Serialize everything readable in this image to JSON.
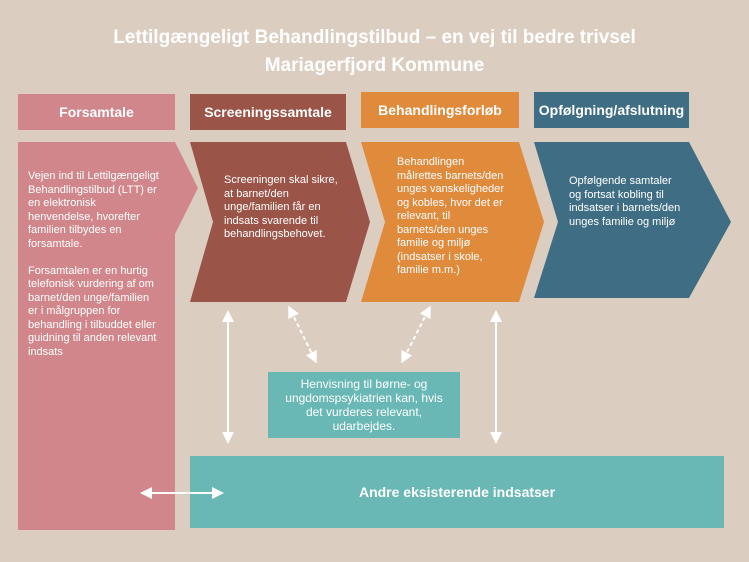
{
  "title": {
    "line1": "Lettilgængeligt Behandlingstilbud – en vej til bedre trivsel",
    "line2": "Mariagerfjord Kommune"
  },
  "colors": {
    "background": "#dccdc1",
    "forsamtale": "#d1868b",
    "screening": "#9b5448",
    "behandling": "#e08a3c",
    "opfolgning": "#3f6e84",
    "teal": "#69b8b5",
    "text": "#ffffff"
  },
  "stages": [
    {
      "header": "Forsamtale",
      "body": [
        "Vejen ind til Lettilgængeligt",
        "Behandlingstilbud (LTT) er",
        "en elektronisk",
        "henvendelse, hvorefter",
        "familien tilbydes en",
        "forsamtale.",
        "",
        "Forsamtalen er en hurtig",
        "telefonisk vurdering af om",
        "barnet/den unge/familien",
        "er i målgruppen for",
        "behandling i tilbuddet eller",
        "guidning til anden relevant",
        "indsats"
      ]
    },
    {
      "header": "Screeningssamtale",
      "body": [
        "Screeningen skal sikre,",
        "at barnet/den",
        "unge/familien får en",
        "indsats svarende til",
        "behandlingsbehovet."
      ]
    },
    {
      "header": "Behandlingsforløb",
      "body": [
        "Behandlingen",
        "målrettes barnets/den",
        "unges vanskeligheder",
        "og kobles, hvor det er",
        "relevant, til",
        "barnets/den unges",
        "familie og miljø",
        "(indsatser i skole,",
        "familie m.m.)"
      ]
    },
    {
      "header": "Opfølgning/afslutning",
      "body": [
        "Opfølgende samtaler",
        "og fortsat kobling til",
        "indsatser i barnets/den",
        "unges familie og miljø"
      ]
    }
  ],
  "henvisning": {
    "lines": [
      "Henvisning til børne- og",
      "ungdomspsykiatrien kan, hvis",
      "det vurderes relevant,",
      "udarbejdes."
    ]
  },
  "andre": {
    "label": "Andre eksisterende indsatser"
  }
}
